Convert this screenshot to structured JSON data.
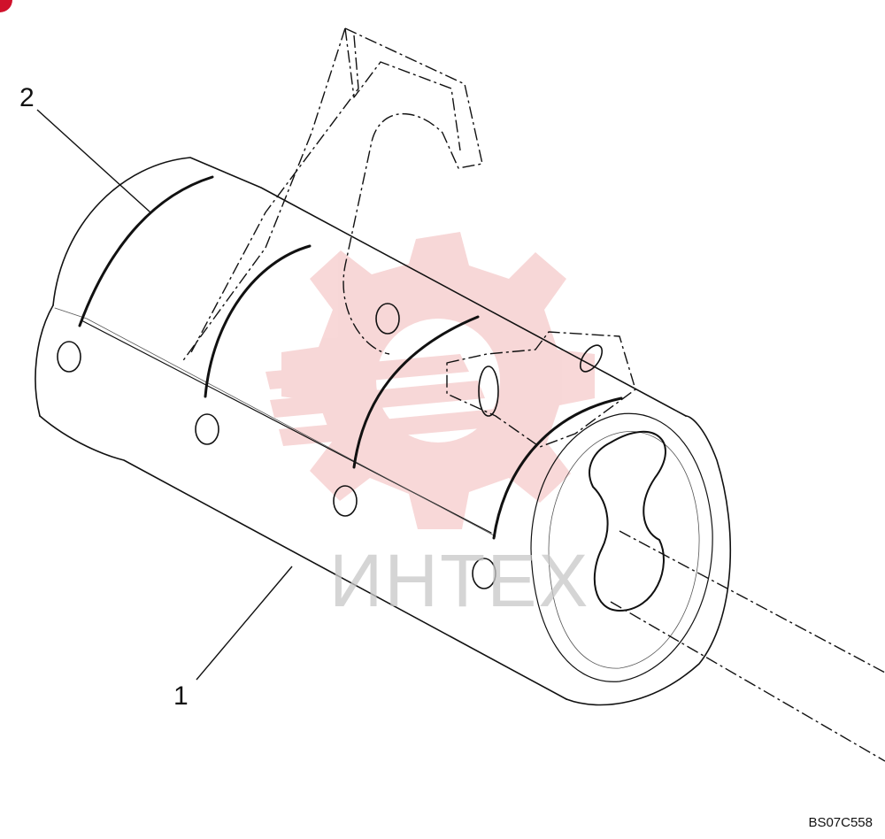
{
  "callouts": {
    "part_1": "1",
    "part_2": "2"
  },
  "figure_code": "BS07C558",
  "watermark": {
    "text": "ИНТЕХ",
    "logo_color": "#f2b8b8",
    "text_color": "#c8c8c8"
  },
  "colors": {
    "line": "#111111",
    "accent": "#d0112b"
  }
}
